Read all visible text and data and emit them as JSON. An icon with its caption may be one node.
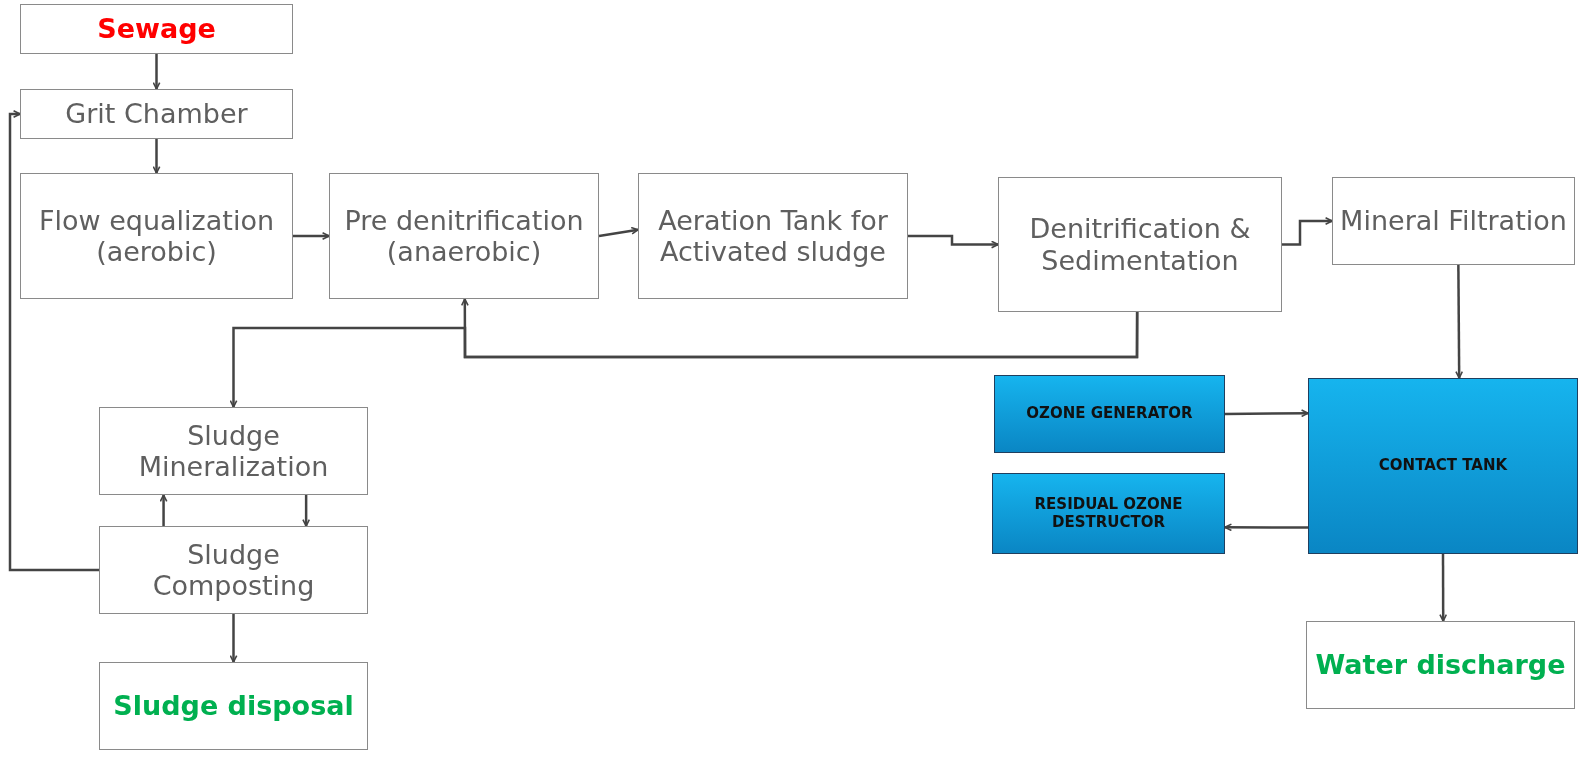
{
  "diagram": {
    "nodes": [
      {
        "text": [
          "Sewage"
        ]
      },
      {
        "text": [
          "Grit Chamber"
        ]
      },
      {
        "text": [
          "Flow equalization (aerobic)"
        ]
      },
      {
        "text": [
          "Pre denitrification (anaerobic)"
        ]
      },
      {
        "text": [
          "Aeration Tank for Activated sludge"
        ]
      },
      {
        "text": [
          "Denitrification & Sedimentation"
        ]
      },
      {
        "text": [
          "Mineral Filtration"
        ]
      },
      {
        "text": [
          "Sludge Mineralization"
        ]
      },
      {
        "text": [
          "Sludge Composting"
        ]
      },
      {
        "text": [
          "Sludge disposal"
        ]
      },
      {
        "text": [
          "OZONE GENERATOR"
        ]
      },
      {
        "text": [
          "RESIDUAL OZONE DESTRUCTOR"
        ]
      },
      {
        "text": [
          "CONTACT TANK"
        ]
      },
      {
        "text": [
          "Water discharge"
        ]
      }
    ],
    "edges": [
      {
        "from": 0,
        "to": 1,
        "arrow": "to"
      },
      {
        "from": 1,
        "to": 2,
        "arrow": "to"
      },
      {
        "from": 2,
        "to": 3,
        "arrow": "to"
      },
      {
        "from": 3,
        "to": 4,
        "arrow": "to"
      },
      {
        "from": 4,
        "to": 5,
        "arrow": "to"
      },
      {
        "from": 5,
        "to": 6,
        "arrow": "to"
      },
      {
        "from": 6,
        "to": 12,
        "arrow": "to"
      },
      {
        "from": 10,
        "to": 12,
        "arrow": "to"
      },
      {
        "from": 12,
        "to": 11,
        "arrow": "to"
      },
      {
        "from": 12,
        "to": 13,
        "arrow": "to"
      },
      {
        "from": 8,
        "to": 9,
        "arrow": "to"
      },
      {
        "from": 8,
        "to": 7,
        "arrow": "to"
      },
      {
        "from": 7,
        "to": 8,
        "arrow": "to"
      },
      {
        "from": 8,
        "to": 1,
        "arrow": "to"
      },
      {
        "from": 5,
        "to": 3,
        "arrow": "to"
      },
      {
        "from": 5,
        "to": 7,
        "arrow": "to"
      }
    ]
  }
}
